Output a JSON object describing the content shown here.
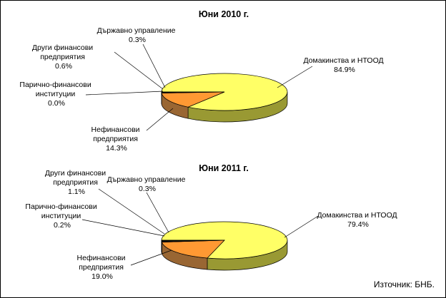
{
  "source_note": "Източник: БНБ.",
  "colors": {
    "households": "#FFFF66",
    "households_side": "#999933",
    "nonfinancial": "#FF9933",
    "nonfinancial_side": "#996633",
    "dark": "#1A1A1A",
    "frame": "#000000"
  },
  "chart_data": [
    {
      "type": "pie",
      "title": "Юни 2010 г.",
      "slices": [
        {
          "name": "Домакинства и НТООД",
          "value": 84.9,
          "label": "84.9%"
        },
        {
          "name": "Нефинансови предприятия",
          "value": 14.3,
          "label": "14.3%"
        },
        {
          "name": "Парично-финансови институции",
          "value": 0.0,
          "label": "0.0%"
        },
        {
          "name": "Други финансови предприятия",
          "value": 0.6,
          "label": "0.6%"
        },
        {
          "name": "Държавно управление",
          "value": 0.3,
          "label": "0.3%"
        }
      ]
    },
    {
      "type": "pie",
      "title": "Юни 2011 г.",
      "slices": [
        {
          "name": "Домакинства и НТООД",
          "value": 79.4,
          "label": "79.4%"
        },
        {
          "name": "Нефинансови предприятия",
          "value": 19.0,
          "label": "19.0%"
        },
        {
          "name": "Парично-финансови институции",
          "value": 0.2,
          "label": "0.2%"
        },
        {
          "name": "Други финансови предприятия",
          "value": 1.1,
          "label": "1.1%"
        },
        {
          "name": "Държавно управление",
          "value": 0.3,
          "label": "0.3%"
        }
      ]
    }
  ]
}
